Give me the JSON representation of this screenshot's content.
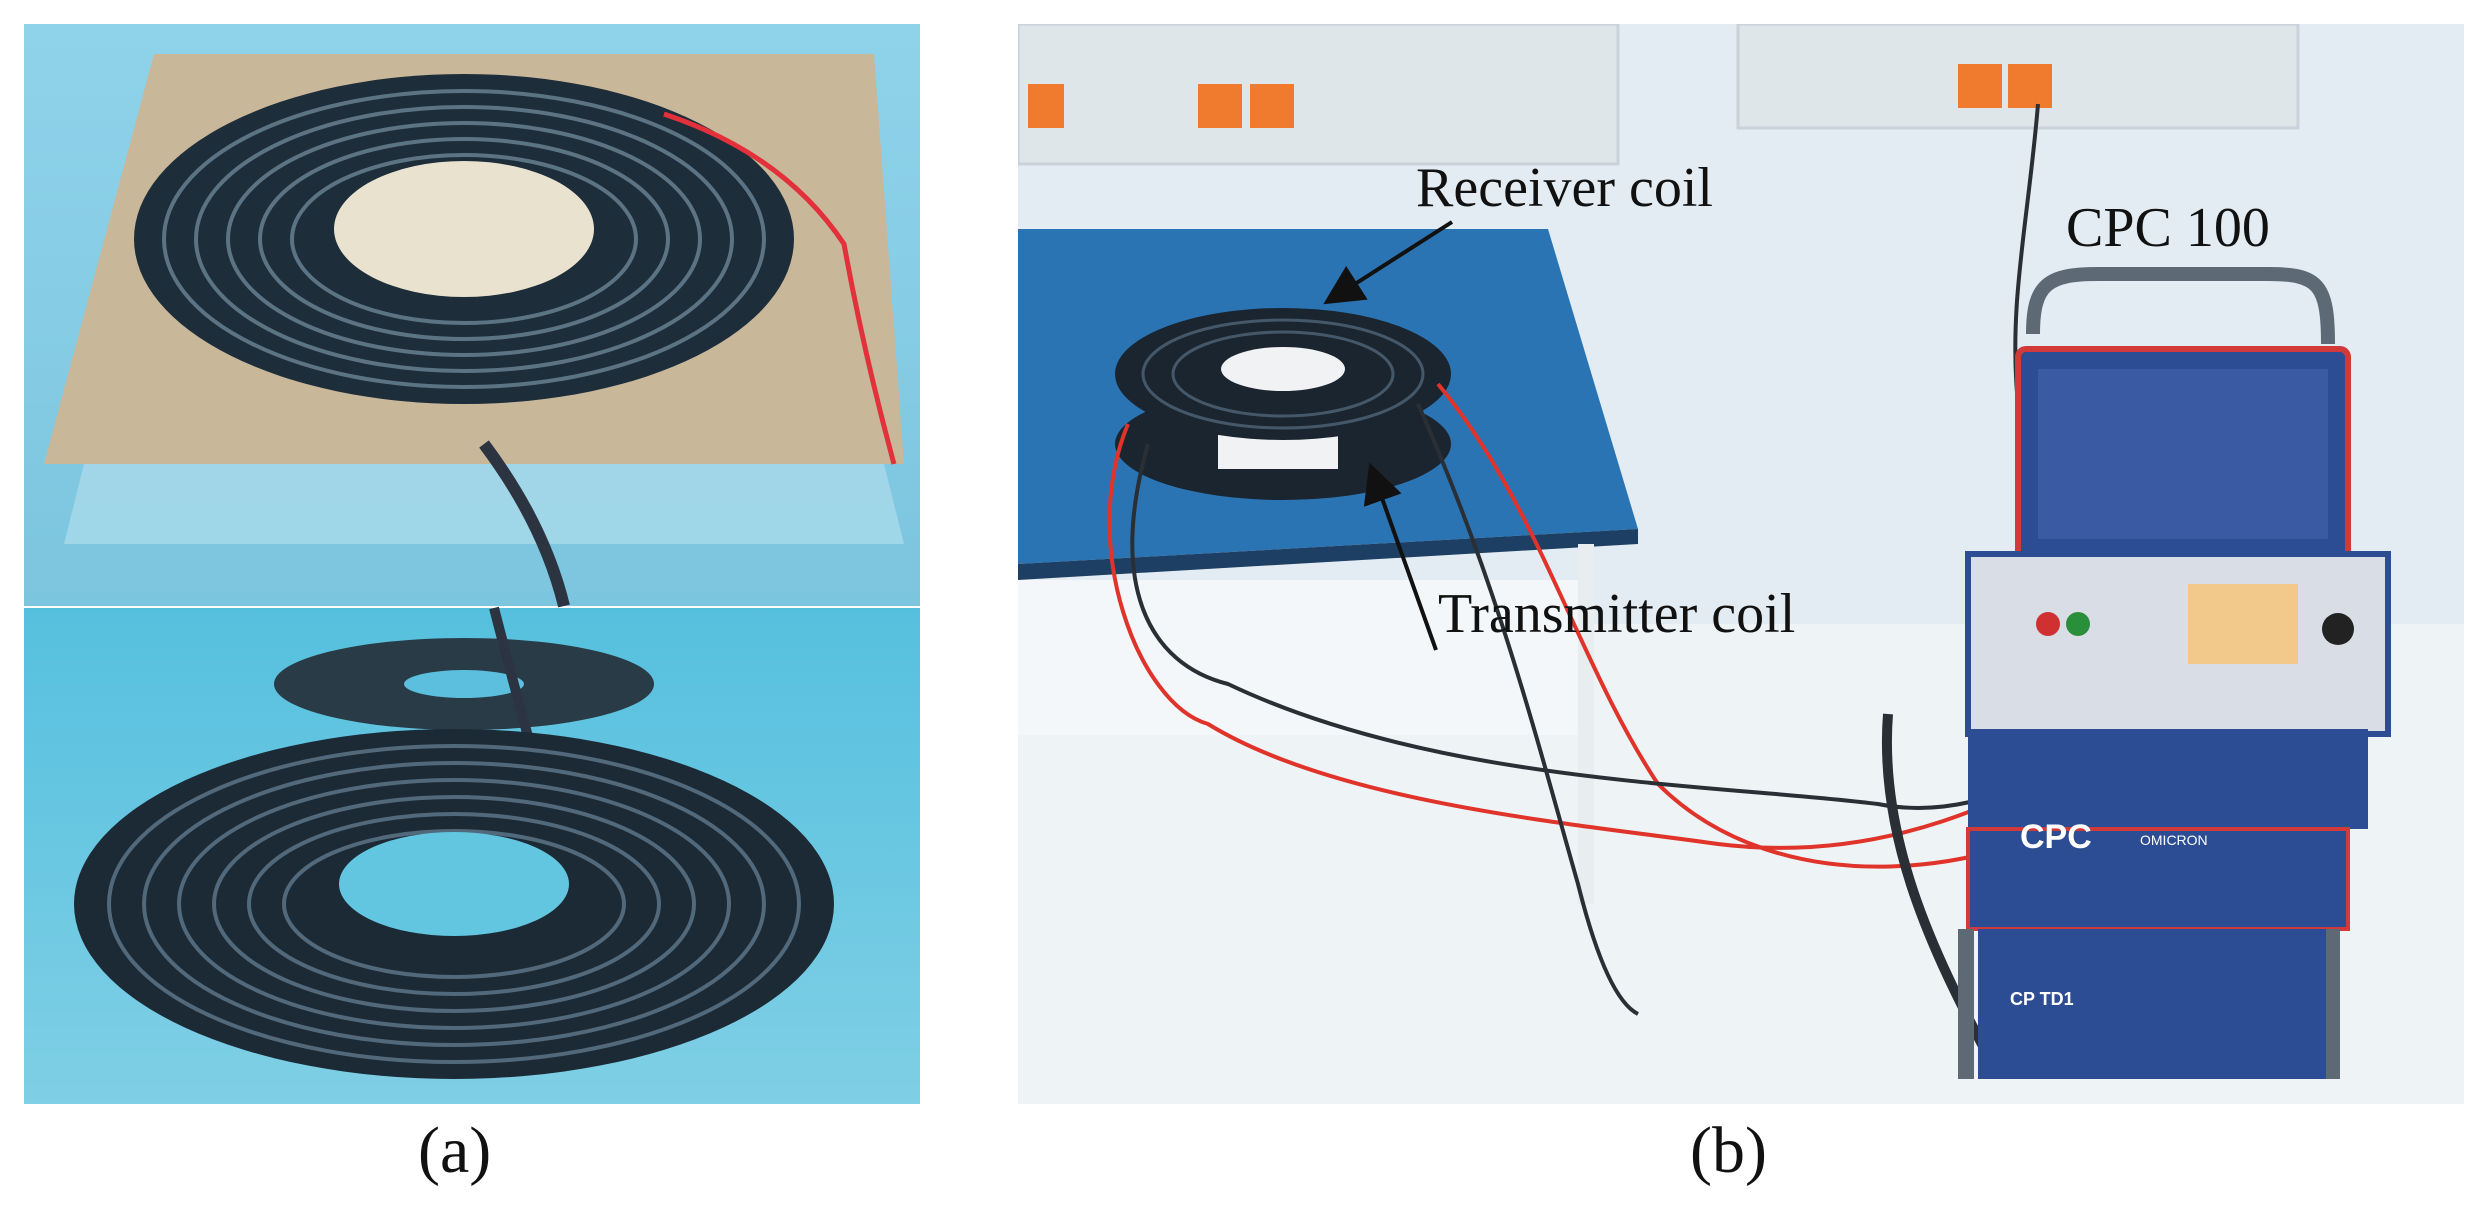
{
  "figure": {
    "captions": {
      "a": "(a)",
      "b": "(b)"
    },
    "labels": {
      "receiver_coil": "Receiver coil",
      "transmitter_coil": "Transmitter coil",
      "analyzer": "CPC 100"
    },
    "device_markings": {
      "top_unit": "CPC",
      "brand": "OMICRON",
      "bottom_unit": "CP TD1"
    },
    "colors": {
      "panel_a_background": "#6fc3de",
      "panel_b_wall": "#e3ecf2",
      "table_top": "#2b74b3",
      "device_blue": "#2c4c93",
      "wire_red": "#e0342b"
    }
  }
}
